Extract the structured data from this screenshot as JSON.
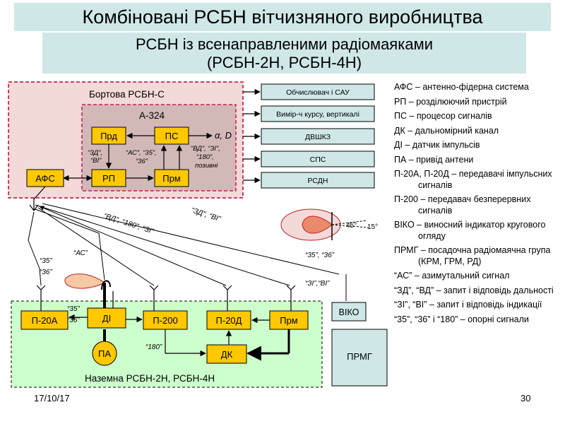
{
  "title": "Комбіновані РСБН вітчизняного виробництва",
  "subtitle": [
    "РСБН із всенаправленими радіомаяками",
    "(РСБН-2Н, РСБН-4Н)"
  ],
  "onboard": {
    "title": "Бортова РСБН-С",
    "unit_title": "А-324",
    "blocks": {
      "prd": "Прд",
      "ps": "ПС",
      "afs": "АФС",
      "rp": "РП",
      "prm": "Прм"
    },
    "labels": {
      "zd_vi": [
        "“ЗД”,",
        "“ВІ”"
      ],
      "ac_35_36": [
        "“АС”, “35”,",
        "“36”"
      ],
      "vd_zi_180": [
        "“ВД”, “ЗІ”,",
        "“180”,",
        "позивні"
      ],
      "alpha_d": "α, D"
    },
    "outputs": [
      "Обчислювач і САУ",
      "Вимір-ч курсу, вертикалі",
      "ДВШКЗ",
      "СПС",
      "РСДН"
    ]
  },
  "signals": {
    "vd_180_zi": "“ВД”, “180”, “ЗІ”",
    "zd_vi": "“ЗД”, “ВІ”",
    "ac": "“АС”",
    "s35": "“35”",
    "s36": "“36”",
    "s35_36": "“35”, “36”",
    "zi_vi": "“ЗІ”,“ВІ”",
    "angle45": "45°",
    "angle15": "15°"
  },
  "ground": {
    "title": "Наземна РСБН-2Н, РСБН-4Н",
    "blocks": {
      "p20a": "П-20А",
      "di": "ДІ",
      "p200": "П-200",
      "p20d": "П-20Д",
      "prm": "Прм",
      "pa": "ПА",
      "dk": "ДК"
    },
    "labels": {
      "s35": "“35”",
      "s36": "“36”",
      "s180": "“180”"
    },
    "viko": "ВІКО",
    "prmg": "ПРМГ"
  },
  "legend": [
    "АФС – антенно-фідерна система",
    "РП – розділюючий пристрій",
    "ПС – процесор сигналів",
    "ДК – дальномірний канал",
    "ДІ – датчик імпульсів",
    "ПА – привід антени",
    "П-20А, П-20Д – передавачі імпульсних сигналів",
    "П-200 – передавач безперервних сигналів",
    "ВІКО – виносний індикатор кругового огляду",
    "ПРМГ – посадочна радіомаячна група (КРМ, ГРМ, РД)",
    "“АС” – азимутальний сигнал",
    "“ЗД”, “ВД” – запит і відповідь дальності",
    "“ЗІ”, “ВІ” – запит і відповідь індикації",
    "“35”, “36” і “180” – опорні сигнали"
  ],
  "footer": {
    "date": "17/10/17",
    "page": "30"
  },
  "colors": {
    "title_bg": "#cfe7e7",
    "onboard_fill": "#f4d9d9",
    "onboard_border": "#c0003c",
    "unit_fill": "#d3b8b8",
    "block_fill": "#ffc800",
    "ground_fill": "#ccffcc",
    "output_fill": "#cfe7e7"
  }
}
